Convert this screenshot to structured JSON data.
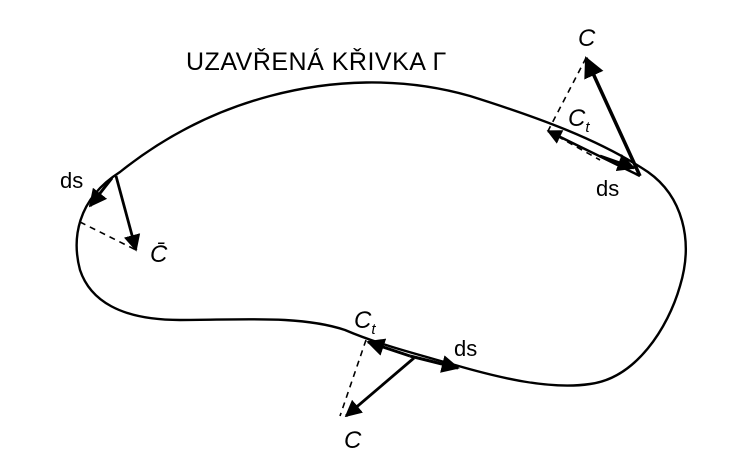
{
  "title": "UZAVŘENÁ KŘIVKA Γ",
  "labels": {
    "top_right_c": "C",
    "top_right_ct_main": "C",
    "top_right_ct_sub": "t",
    "top_right_ds": "ds",
    "left_ds": "ds",
    "left_cbar": "C̄",
    "bottom_ct_main": "C",
    "bottom_ct_sub": "t",
    "bottom_ds": "ds",
    "bottom_c": "C"
  }
}
